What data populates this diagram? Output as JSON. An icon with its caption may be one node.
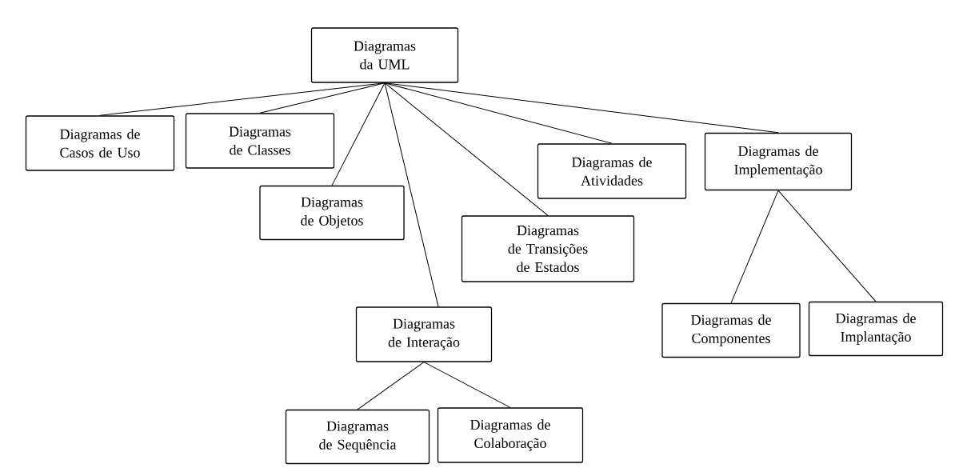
{
  "diagram": {
    "nodes": [
      {
        "text": [
          "Diagramas da UML"
        ]
      },
      {
        "text": [
          "Diagramas de Casos de Uso"
        ]
      },
      {
        "text": [
          "Diagramas de Classes"
        ]
      },
      {
        "text": [
          "Diagramas de Objetos"
        ]
      },
      {
        "text": [
          "Diagramas de Interação"
        ]
      },
      {
        "text": [
          "Diagramas de Transições de Estados"
        ]
      },
      {
        "text": [
          "Diagramas de Atividades"
        ]
      },
      {
        "text": [
          "Diagramas de Implementação"
        ]
      },
      {
        "text": [
          "Diagramas de Sequência"
        ]
      },
      {
        "text": [
          "Diagramas de Colaboração"
        ]
      },
      {
        "text": [
          "Diagramas de Componentes"
        ]
      },
      {
        "text": [
          "Diagramas de Implantação"
        ]
      }
    ],
    "edges": [
      {
        "from": 0,
        "to": 1,
        "arrow": "none"
      },
      {
        "from": 0,
        "to": 2,
        "arrow": "none"
      },
      {
        "from": 0,
        "to": 3,
        "arrow": "none"
      },
      {
        "from": 0,
        "to": 4,
        "arrow": "none"
      },
      {
        "from": 0,
        "to": 5,
        "arrow": "none"
      },
      {
        "from": 0,
        "to": 6,
        "arrow": "none"
      },
      {
        "from": 0,
        "to": 7,
        "arrow": "none"
      },
      {
        "from": 4,
        "to": 8,
        "arrow": "none"
      },
      {
        "from": 4,
        "to": 9,
        "arrow": "none"
      },
      {
        "from": 7,
        "to": 10,
        "arrow": "none"
      },
      {
        "from": 7,
        "to": 11,
        "arrow": "none"
      }
    ]
  }
}
